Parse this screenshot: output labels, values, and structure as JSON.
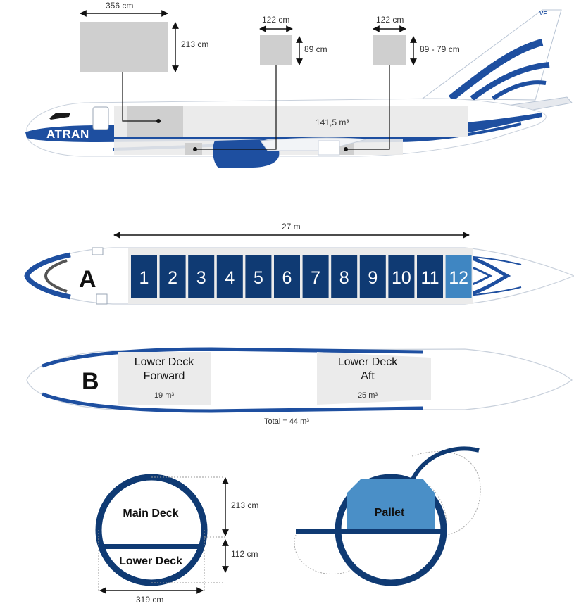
{
  "colors": {
    "navy": "#0f3a73",
    "blue": "#1e4fa0",
    "light_blue_slot": "#3f86c2",
    "grey_box": "#cfcfcf",
    "grey_area": "#ebebeb",
    "pallet_blue": "#4a8fc7"
  },
  "side_view": {
    "airline_logo": "ATRAN",
    "tail_code": "VF",
    "main_volume": "141,5 m³",
    "doors": [
      {
        "width": "356 cm",
        "height": "213 cm"
      },
      {
        "width": "122 cm",
        "height": "89 cm"
      },
      {
        "width": "122 cm",
        "height": "89 - 79 cm"
      }
    ]
  },
  "main_deck_plan": {
    "letter": "A",
    "length": "27 m",
    "positions": [
      "1",
      "2",
      "3",
      "4",
      "5",
      "6",
      "7",
      "8",
      "9",
      "10",
      "11",
      "12"
    ]
  },
  "lower_deck_plan": {
    "letter": "B",
    "forward": {
      "line1": "Lower Deck",
      "line2": "Forward",
      "volume": "19 m³"
    },
    "aft": {
      "line1": "Lower Deck",
      "line2": "Aft",
      "volume": "25 m³"
    },
    "total": "Total = 44 m³"
  },
  "cross_section": {
    "main_deck_label": "Main Deck",
    "lower_deck_label": "Lower Deck",
    "main_height": "213 cm",
    "lower_height": "112 cm",
    "width": "319 cm",
    "pallet_label": "Pallet"
  }
}
